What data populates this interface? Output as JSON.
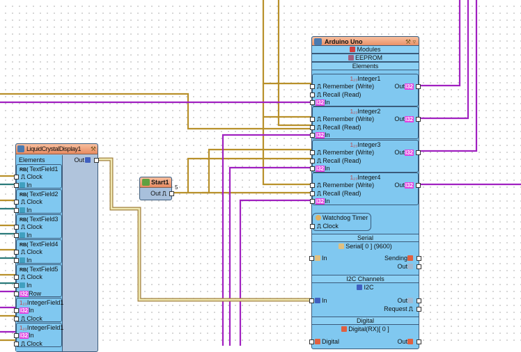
{
  "arduino": {
    "title": "Arduino Uno",
    "modules": "Modules",
    "eeprom": "EEPROM",
    "elements": "Elements",
    "integers": [
      {
        "name": "Integer1",
        "remember": "Remember (Write)",
        "recall": "Recall (Read)",
        "in": "In",
        "out": "Out",
        "type": "I32"
      },
      {
        "name": "Integer2",
        "remember": "Remember (Write)",
        "recall": "Recall (Read)",
        "in": "In",
        "out": "Out",
        "type": "I32"
      },
      {
        "name": "Integer3",
        "remember": "Remember (Write)",
        "recall": "Recall (Read)",
        "in": "In",
        "out": "Out",
        "type": "I32"
      },
      {
        "name": "Integer4",
        "remember": "Remember (Write)",
        "recall": "Recall (Read)",
        "in": "In",
        "out": "Out",
        "type": "I32"
      }
    ],
    "watchdog": {
      "title": "Watchdog Timer",
      "clock": "Clock"
    },
    "serial": {
      "section": "Serial",
      "channel": "Serial[ 0 ] (9600)",
      "in": "In",
      "sending": "Sending",
      "out": "Out"
    },
    "i2c": {
      "section": "I2C Channels",
      "channel": "I2C",
      "in": "In",
      "out": "Out",
      "request": "Request"
    },
    "digital": {
      "section": "Digital",
      "channel": "Digital(RX)[ 0 ]",
      "digital": "Digital",
      "out": "Out"
    }
  },
  "lcd": {
    "title": "LiquidCrystalDisplay1",
    "elements": "Elements",
    "out": "Out",
    "fields": [
      {
        "name": "TextField1",
        "pins": [
          "Clock",
          "In"
        ]
      },
      {
        "name": "TextField2",
        "pins": [
          "Clock",
          "In"
        ]
      },
      {
        "name": "TextField3",
        "pins": [
          "Clock",
          "In"
        ]
      },
      {
        "name": "TextField4",
        "pins": [
          "Clock",
          "In"
        ]
      },
      {
        "name": "TextField5",
        "pins": [
          "Clock",
          "In",
          "Row"
        ]
      },
      {
        "name": "IntegerField1",
        "pins": [
          "In",
          "Clock"
        ]
      },
      {
        "name": "IntegerField1",
        "pins": [
          "In",
          "Clock"
        ]
      }
    ]
  },
  "start": {
    "title": "Start1",
    "out": "Out",
    "label": "5"
  },
  "colors": {
    "clock": "#b8902a",
    "integer": "#a020c0",
    "text": "#2a7a7a",
    "i2c": "#e8e0a0",
    "block": "#80c8f0",
    "header": "#f0a070"
  }
}
